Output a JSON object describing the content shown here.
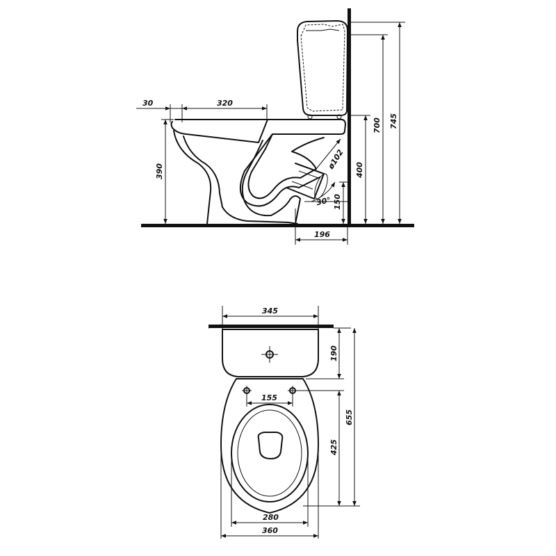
{
  "dimensions": {
    "side": {
      "rim_offset": "30",
      "seat_depth": "320",
      "bowl_height": "390",
      "outlet_height": "400",
      "cistern_height": "700",
      "total_height": "745",
      "outlet_diameter": "ø102",
      "outlet_angle": "30°",
      "outlet_center": "150",
      "outlet_distance": "196"
    },
    "top": {
      "cistern_width": "345",
      "cistern_depth": "190",
      "total_length": "655",
      "bowl_length": "425",
      "fixing_spacing": "155",
      "seat_width": "280",
      "bowl_width": "360"
    }
  }
}
